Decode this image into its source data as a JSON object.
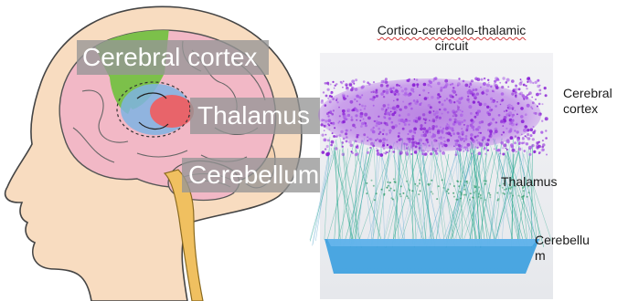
{
  "diagram": {
    "anatomy_labels": {
      "cortex": "Cerebral cortex",
      "thalamus": "Thalamus",
      "cerebellum": "Cerebellum"
    },
    "simulation": {
      "title_line1": "Cortico-cerebello-thalamic",
      "title_line2": "circuit",
      "cortex_line1": "Cerebral",
      "cortex_line2": "cortex",
      "thalamus": "Thalamus",
      "cerebellum_line1": "Cerebellu",
      "cerebellum_line2": "m"
    },
    "colors": {
      "skin": "#f8dcc0",
      "brain": "#f2b8c6",
      "cortex_region": "#7cc04a",
      "thalamus_region": "#e8646a",
      "basal_blue": "#7fb3e3",
      "brainstem": "#f0c060",
      "cortex_neurons": "#8a22d4",
      "thalamic_fibers": "#2aa98f",
      "cerebellum_sheet": "#3c9fe0"
    }
  }
}
